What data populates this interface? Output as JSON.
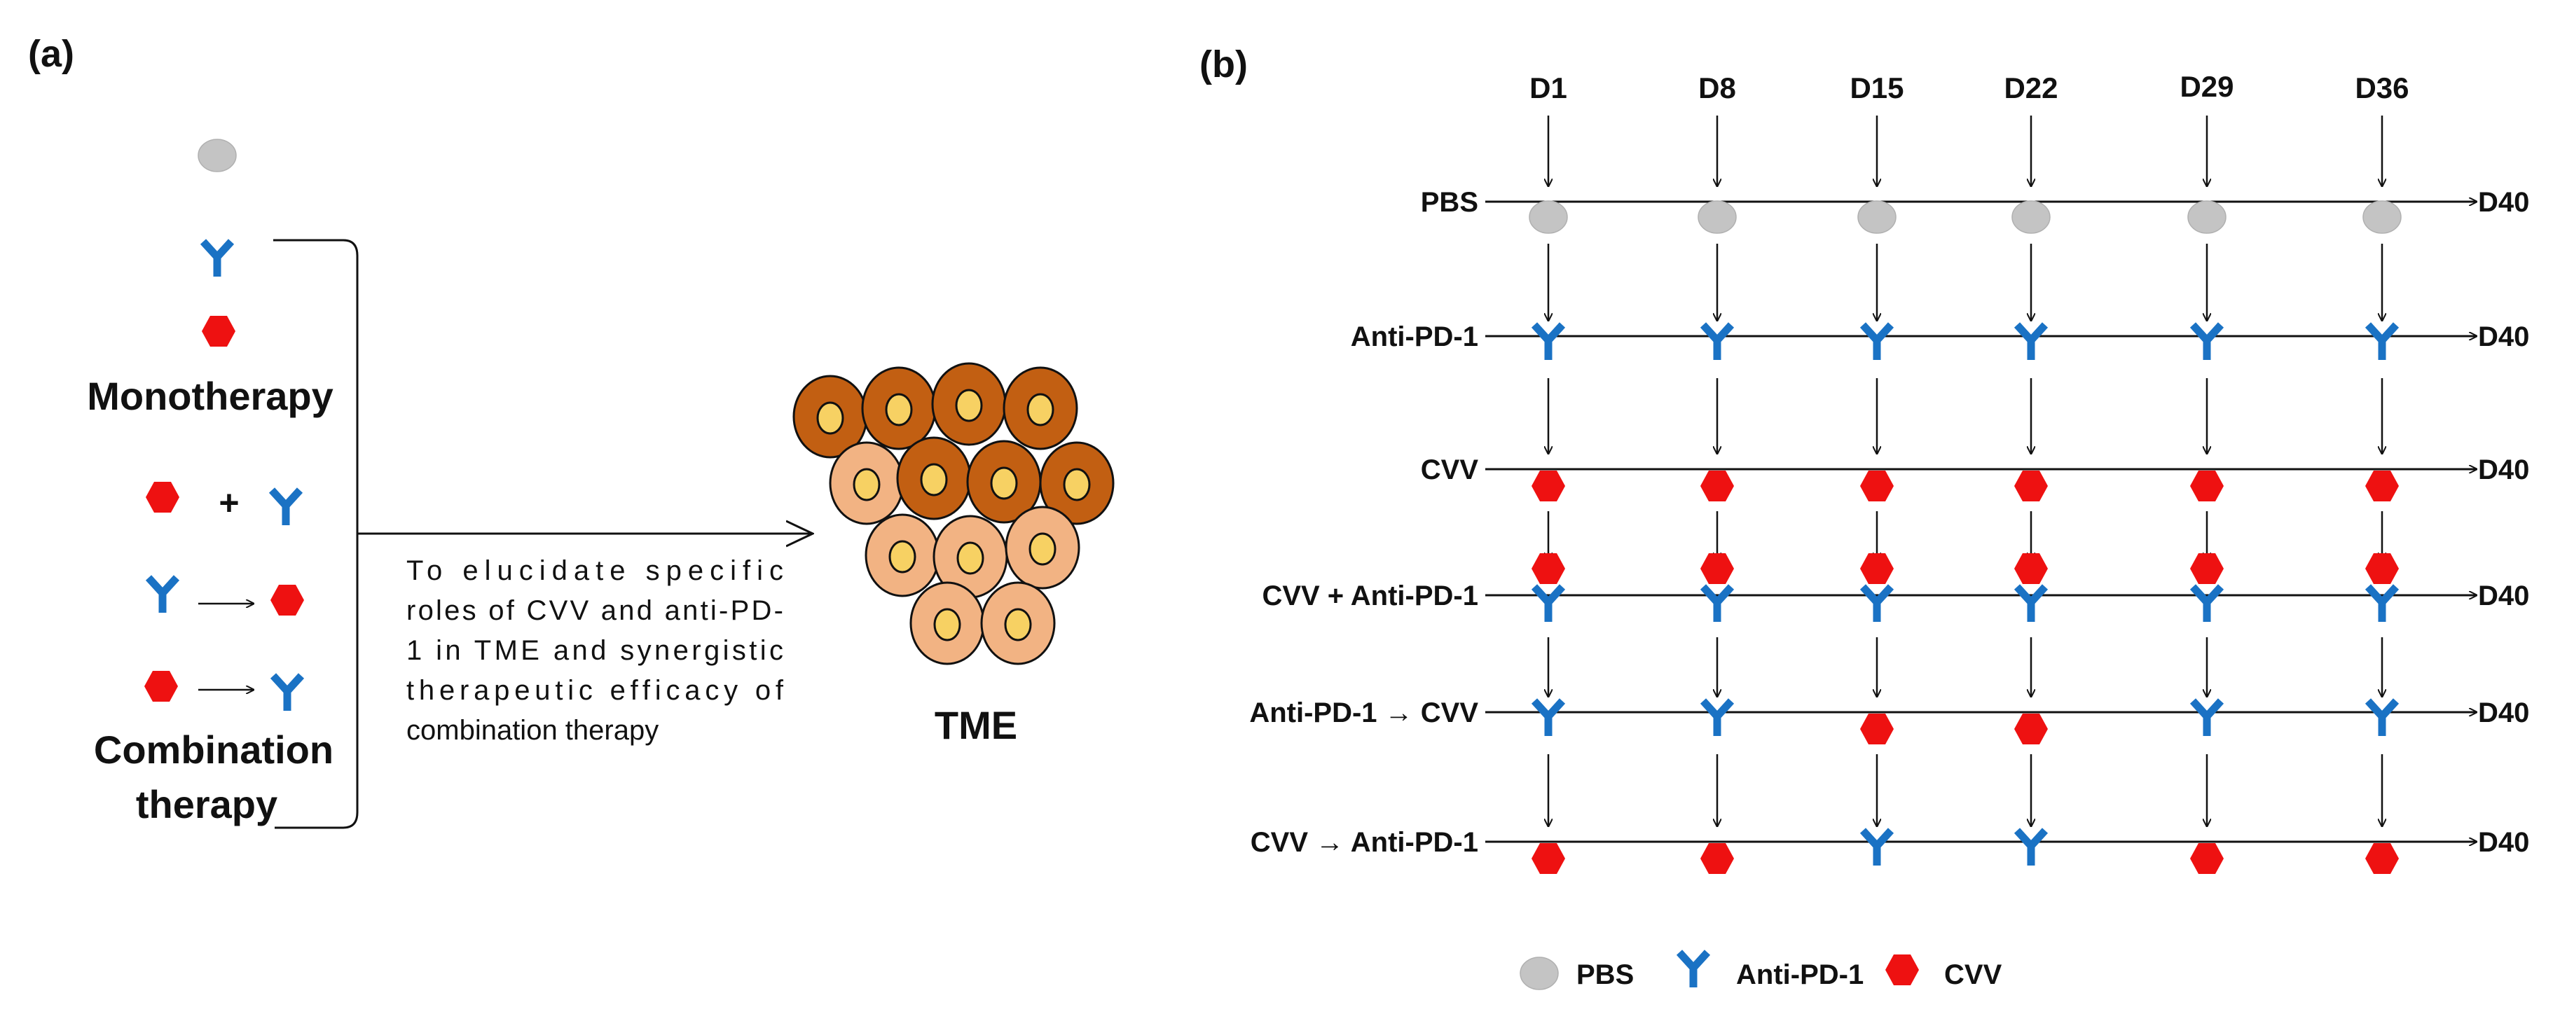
{
  "panel_a": {
    "label": "(a)",
    "monotherapy_label": "Monotherapy",
    "combo_plus": "+",
    "combination_label_line1": "Combination",
    "combination_label_line2": "therapy",
    "description_lines": [
      "To elucidate specific",
      "roles of CVV and anti-PD-",
      "1 in  TME and synergistic",
      "therapeutic efficacy of",
      "combination therapy"
    ],
    "tme_label": "TME"
  },
  "panel_b": {
    "label": "(b)",
    "days": [
      "D1",
      "D8",
      "D15",
      "D22",
      "D29",
      "D36"
    ],
    "end_label": "D40",
    "groups": [
      {
        "name": "PBS",
        "doses": [
          "pbs",
          "pbs",
          "pbs",
          "pbs",
          "pbs",
          "pbs"
        ]
      },
      {
        "name": "Anti-PD-1",
        "doses": [
          "antibody",
          "antibody",
          "antibody",
          "antibody",
          "antibody",
          "antibody"
        ]
      },
      {
        "name": "CVV",
        "doses": [
          "cvv",
          "cvv",
          "cvv",
          "cvv",
          "cvv",
          "cvv"
        ]
      },
      {
        "name": "CVV + Anti-PD-1",
        "doses": [
          "both",
          "both",
          "both",
          "both",
          "both",
          "both"
        ]
      },
      {
        "name": "Anti-PD-1 → CVV",
        "doses": [
          "antibody",
          "antibody",
          "cvv",
          "cvv",
          "antibody",
          "antibody"
        ]
      },
      {
        "name": "CVV → Anti-PD-1",
        "doses": [
          "cvv",
          "cvv",
          "antibody",
          "antibody",
          "cvv",
          "cvv"
        ]
      }
    ],
    "legend": [
      {
        "icon": "gray-circle-icon",
        "label": "PBS"
      },
      {
        "icon": "antibody-icon",
        "label": "Anti-PD-1"
      },
      {
        "icon": "red-hexagon-icon",
        "label": "CVV"
      }
    ]
  },
  "colors": {
    "pbs_gray": "#c4c4c4",
    "antibody_blue": "#1a72c4",
    "cvv_red": "#ee1111",
    "cell_dark": "#c25f12",
    "cell_light": "#f2b383",
    "nucleus": "#f7d163"
  }
}
